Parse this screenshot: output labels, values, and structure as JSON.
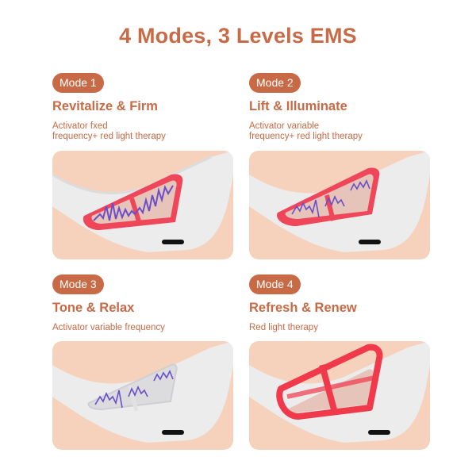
{
  "header": {
    "title": "4 Modes, 3 Levels EMS"
  },
  "colors": {
    "accent": "#c86a45",
    "panel_bg": "#f6d2bd",
    "red_light": "#f0465a",
    "wave": "#6a4fc8",
    "device": "#ebebec"
  },
  "modes": [
    {
      "badge": "Mode 1",
      "title": "Revitalize & Firm",
      "desc_line1": "Activator fxed",
      "desc_line2": "frequency+ red light therapy",
      "image": "device-red-light-fixed-wave"
    },
    {
      "badge": "Mode 2",
      "title": "Lift & Illuminate",
      "desc_line1": "Activator variable",
      "desc_line2": "frequency+ red light therapy",
      "image": "device-red-light-variable-wave"
    },
    {
      "badge": "Mode 3",
      "title": "Tone & Relax",
      "desc_line1": "Activator variable frequency",
      "desc_line2": "",
      "image": "device-variable-wave"
    },
    {
      "badge": "Mode 4",
      "title": "Refresh & Renew",
      "desc_line1": "Red light therapy",
      "desc_line2": "",
      "image": "device-red-light"
    }
  ]
}
